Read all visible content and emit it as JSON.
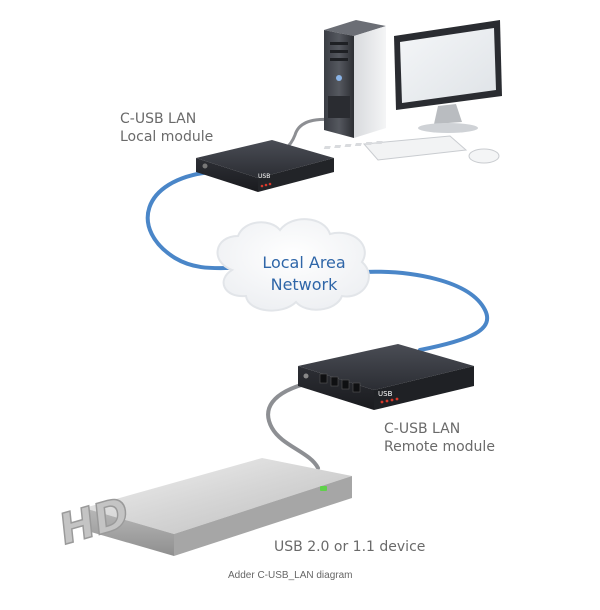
{
  "labels": {
    "local_module": [
      "C-USB LAN",
      "Local module"
    ],
    "lan": [
      "Local Area",
      "Network"
    ],
    "remote_module": [
      "C-USB LAN",
      "Remote module"
    ],
    "device": "USB 2.0 or 1.1 device",
    "caption": "Adder C-USB_LAN diagram",
    "hd_logo": "HD",
    "module_logo": "USB"
  },
  "colors": {
    "cable_blue": "#4a86c8",
    "cable_grey": "#8d8f93",
    "lan_text": "#2f66a8",
    "label_text": "#6a6a6a",
    "led_green": "#5fd14a",
    "led_red": "#d8392b"
  },
  "icons": [
    "computer-tower-icon",
    "monitor-icon",
    "keyboard-icon",
    "mouse-icon",
    "hard-drive-icon",
    "cloud-icon"
  ]
}
